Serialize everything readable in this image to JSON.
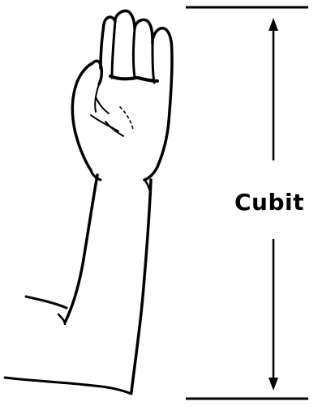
{
  "diagram": {
    "label": "Cubit",
    "stroke_color": "#000000",
    "background_color": "#ffffff",
    "figure": "forearm-and-hand",
    "arrow_icon": "double-headed-arrow"
  }
}
